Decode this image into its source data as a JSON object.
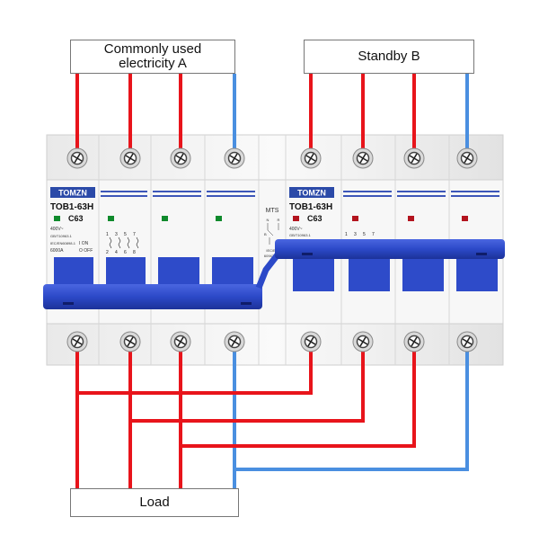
{
  "labels": {
    "source_a": "Commonly used\nelectricity A",
    "source_b": "Standby  B",
    "load": "Load"
  },
  "breaker_left": {
    "brand": "TOMZN",
    "model": "TOB1-63H",
    "rating": "C63",
    "voltage": "400V~",
    "std1": "GB/T10963.1",
    "std2": "IEC/EN60898-1",
    "capacity": "6000A",
    "on_text": "I ON",
    "off_text": "O OFF",
    "top_terminals": [
      "1",
      "3",
      "5",
      "7"
    ],
    "bottom_terminals": [
      "2",
      "4",
      "6",
      "8"
    ]
  },
  "mts_module": {
    "title": "MTS",
    "n_label": "N",
    "r_label": "R",
    "b_label": "B",
    "std": "IEC/EN",
    "std2": "60947-6-1"
  },
  "breaker_right": {
    "brand": "TOMZN",
    "model": "TOB1-63H",
    "rating": "C63",
    "voltage": "400V~",
    "std1": "GB/T10963.1",
    "top_terminals": [
      "1",
      "3",
      "5",
      "7"
    ]
  },
  "colors": {
    "phase_wire": "#e8141b",
    "neutral_wire": "#4a8fe0",
    "handle_blue": "#2c49c8",
    "indicator_green": "#0f8a2c",
    "indicator_red": "#b3141e",
    "brand_blue": "#2b4aa8"
  }
}
